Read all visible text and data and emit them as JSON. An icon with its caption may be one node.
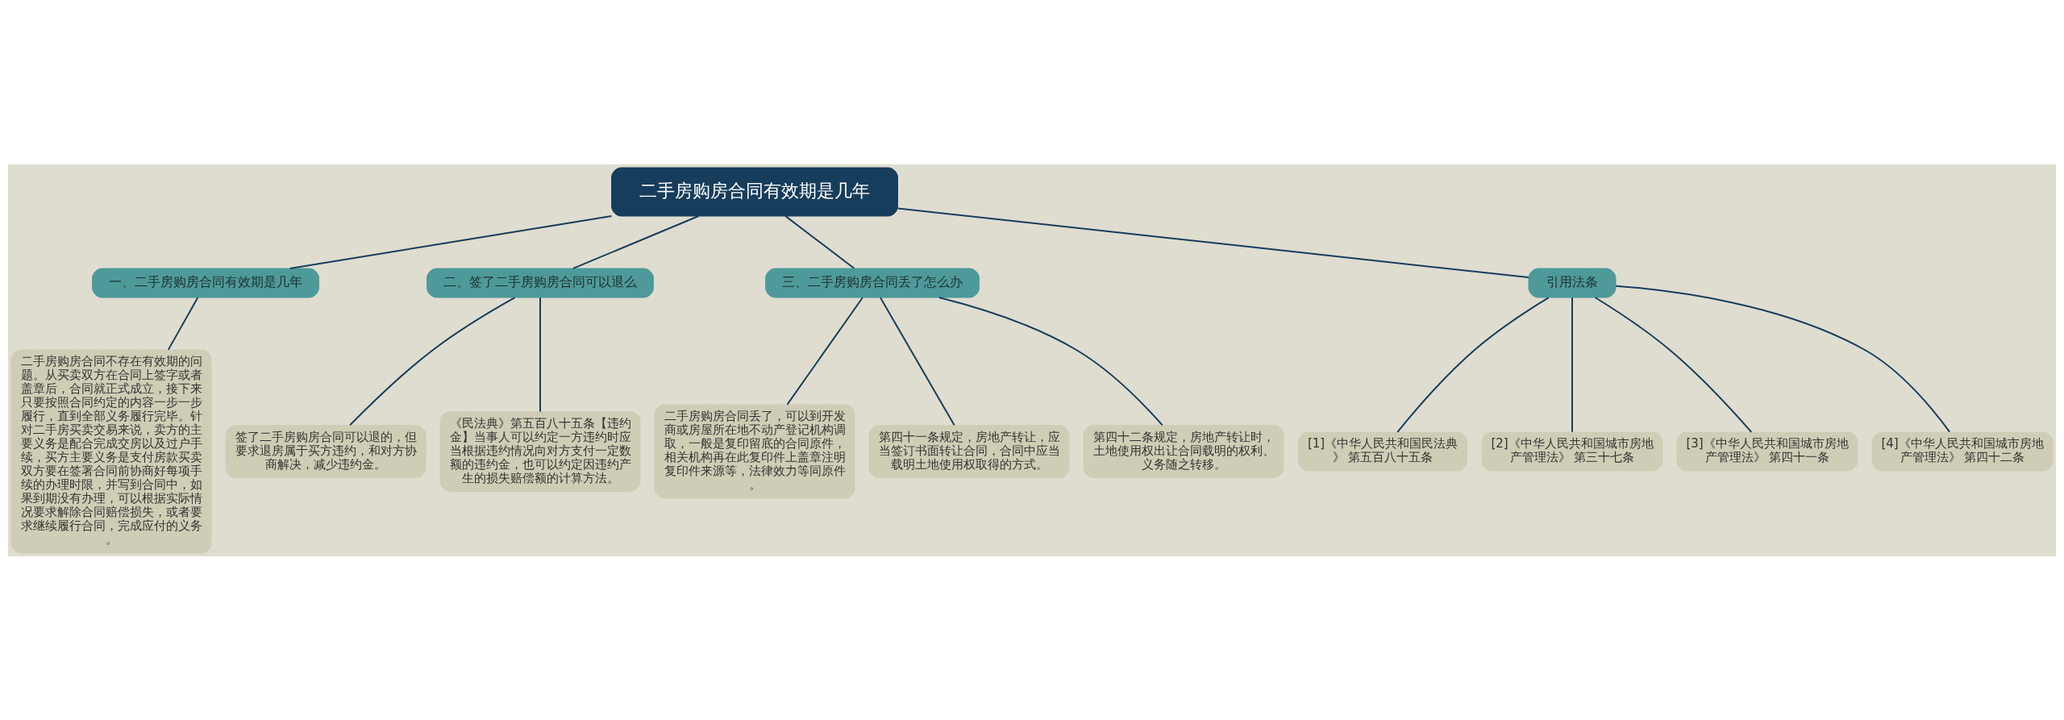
{
  "diagram": {
    "nodes": [
      {
        "text": [
          "二手房购房合同有效期是几年"
        ]
      },
      {
        "text": [
          "一、二手房购房合同有效期是几年"
        ]
      },
      {
        "text": [
          "二手房购房合同不存在有效期的问题。从买卖双方在合同上签字或者盖章后，合同就正式成立，接下来只要按照合同约定的内容一步一步履行，直到全部义务履行完毕。针对二手房买卖交易来说，卖方的主要义务是配合完成交房以及过户手续，买方主要义务是支付房款买卖双方要在签署合同前协商好每项手续的办理时限，并写到合同中，如果到期没有办理，可以根据实际情况要求解除合同赔偿损失，或者要求继续履行合同，完成应付的义务。"
        ]
      },
      {
        "text": [
          "二、签了二手房购房合同可以退么"
        ]
      },
      {
        "text": [
          "签了二手房购房合同可以退的，但要求退房属于买方违约，和对方协商解决，减少违约金。"
        ]
      },
      {
        "text": [
          "《民法典》第五百八十五条【违约金】当事人可以约定一方违约时应当根据违约情况向对方支付一定数额的违约金，也可以约定因违约产生的损失赔偿额的计算方法。"
        ]
      },
      {
        "text": [
          "三、二手房购房合同丢了怎么办"
        ]
      },
      {
        "text": [
          "二手房购房合同丢了，可以到开发商或房屋所在地不动产登记机构调取，一般是复印留底的合同原件，相关机构再在此复印件上盖章注明复印件来源等，法律效力等同原件。"
        ]
      },
      {
        "text": [
          "第四十一条规定，房地产转让，应当签订书面转让合同，合同中应当载明土地使用权取得的方式。"
        ]
      },
      {
        "text": [
          "第四十二条规定，房地产转让时，土地使用权出让合同载明的权利、义务随之转移。"
        ]
      },
      {
        "text": [
          "引用法条"
        ]
      },
      {
        "text": [
          "[1]《中华人民共和国民法典》 第五百八十五条"
        ]
      },
      {
        "text": [
          "[2]《中华人民共和国城市房地产管理法》 第三十七条"
        ]
      },
      {
        "text": [
          "[3]《中华人民共和国城市房地产管理法》 第四十一条"
        ]
      },
      {
        "text": [
          "[4]《中华人民共和国城市房地产管理法》 第四十二条"
        ]
      }
    ],
    "edges": [
      {
        "from": 0,
        "to": 1,
        "arrow": "none"
      },
      {
        "from": 1,
        "to": 2,
        "arrow": "none"
      },
      {
        "from": 0,
        "to": 3,
        "arrow": "none"
      },
      {
        "from": 3,
        "to": 4,
        "arrow": "none"
      },
      {
        "from": 3,
        "to": 5,
        "arrow": "none"
      },
      {
        "from": 0,
        "to": 6,
        "arrow": "none"
      },
      {
        "from": 6,
        "to": 7,
        "arrow": "none"
      },
      {
        "from": 6,
        "to": 8,
        "arrow": "none"
      },
      {
        "from": 6,
        "to": 9,
        "arrow": "none"
      },
      {
        "from": 0,
        "to": 10,
        "arrow": "none"
      },
      {
        "from": 10,
        "to": 11,
        "arrow": "none"
      },
      {
        "from": 10,
        "to": 12,
        "arrow": "none"
      },
      {
        "from": 10,
        "to": 13,
        "arrow": "none"
      },
      {
        "from": 10,
        "to": 14,
        "arrow": "none"
      }
    ]
  }
}
